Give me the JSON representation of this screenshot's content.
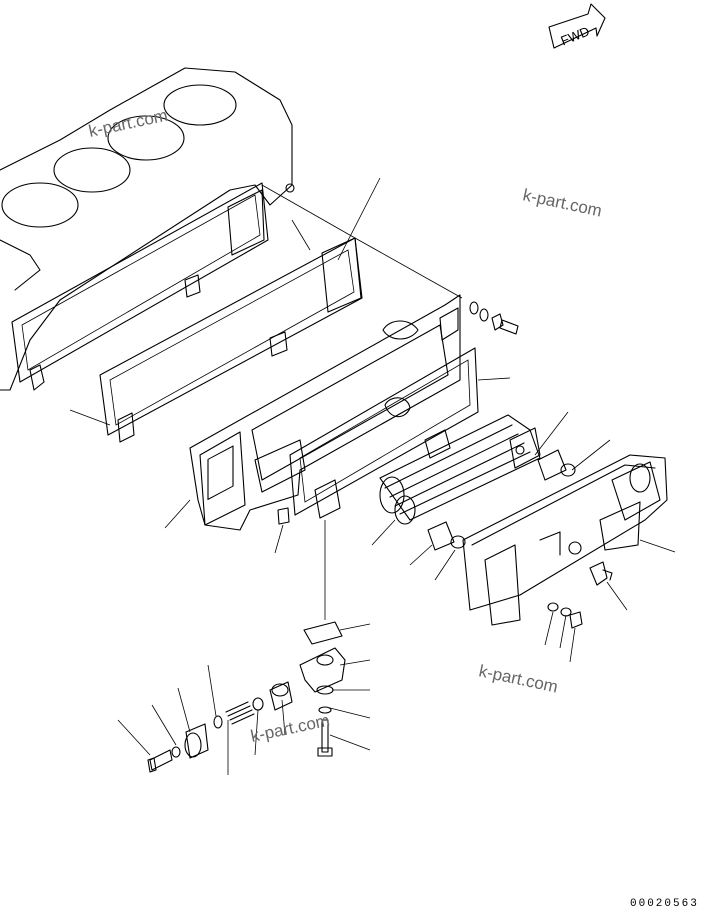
{
  "direction_label": "FWD",
  "watermarks": [
    "k-part.com",
    "k-part.com",
    "k-part.com",
    "k-part.com"
  ],
  "drawing_number": "00020563"
}
